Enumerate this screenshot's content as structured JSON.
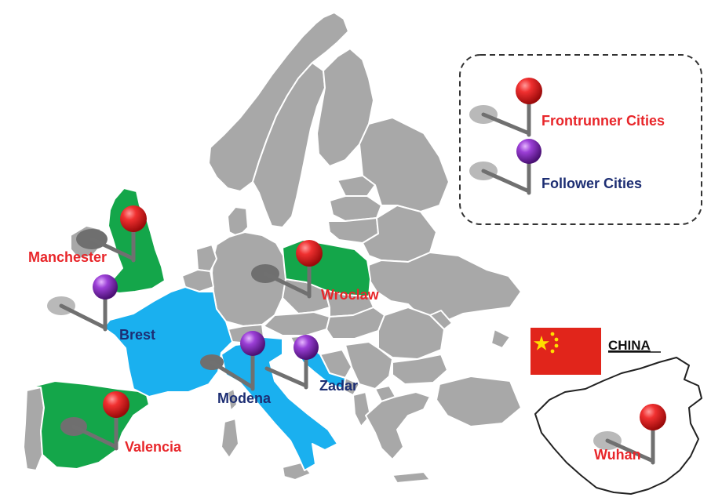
{
  "legend": {
    "frontrunner_label": "Frontrunner Cities",
    "follower_label": "Follower Cities",
    "frontrunner_color": "#e8262a",
    "follower_color": "#8e36c9"
  },
  "colors": {
    "frontrunner_country": "#14a64a",
    "follower_country": "#1ab0ef",
    "other_country": "#a8a8a8",
    "frontrunner_text": "#e8262a",
    "follower_text": "#1d2e73"
  },
  "cities": {
    "manchester": {
      "name": "Manchester",
      "type": "frontrunner"
    },
    "brest": {
      "name": "Brest",
      "type": "follower"
    },
    "wroclaw": {
      "name": "Wroclaw",
      "type": "frontrunner"
    },
    "modena": {
      "name": "Modena",
      "type": "follower"
    },
    "zadar": {
      "name": "Zadar",
      "type": "follower"
    },
    "valencia": {
      "name": "Valencia",
      "type": "frontrunner"
    },
    "wuhan": {
      "name": "Wuhan",
      "type": "frontrunner"
    }
  },
  "china": {
    "label": "CHINA",
    "flag_icon": "china-flag-icon"
  }
}
